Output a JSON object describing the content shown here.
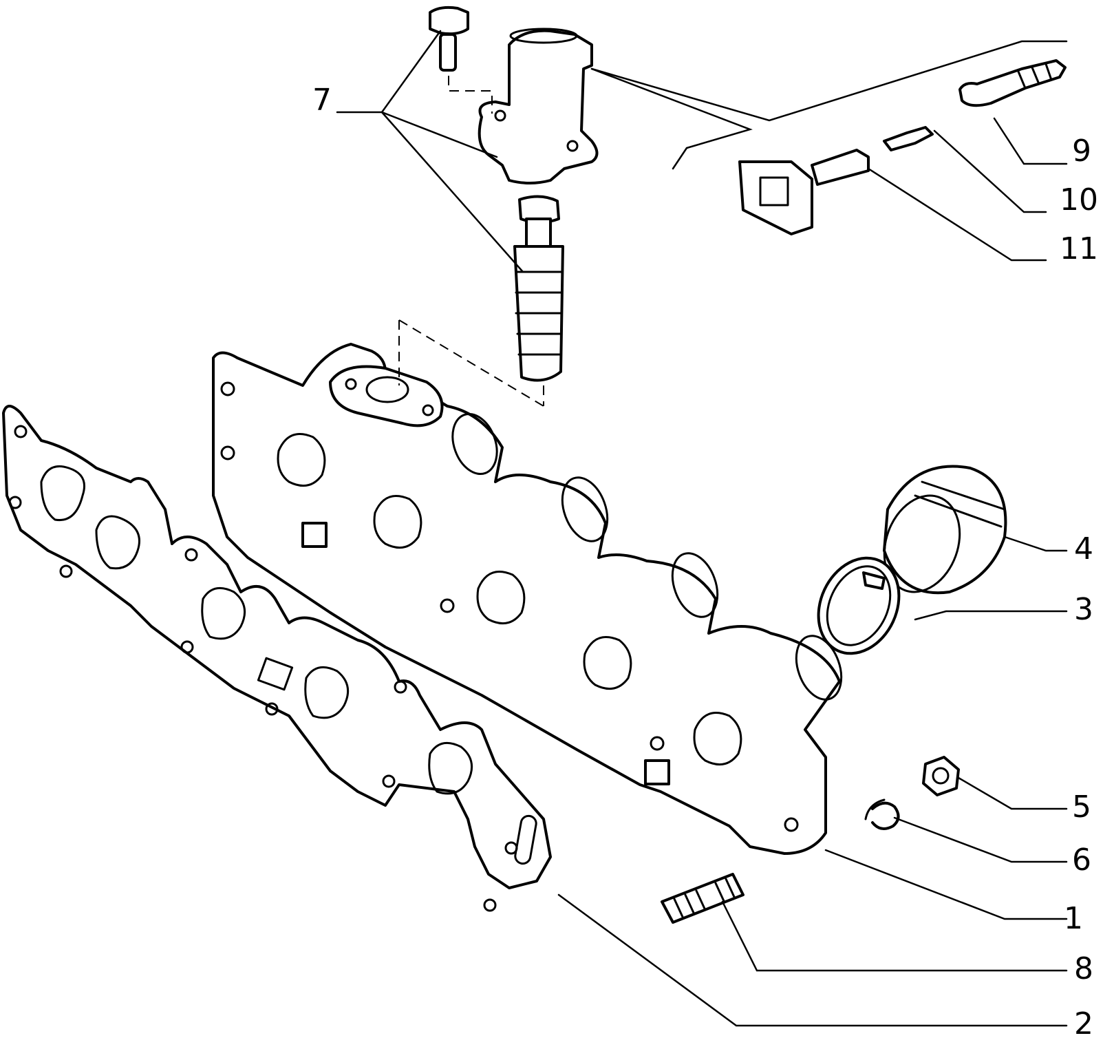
{
  "diagram": {
    "type": "exploded-parts-view",
    "line_color": "#000000",
    "background": "#ffffff",
    "callouts": [
      {
        "id": "c1",
        "label": "1"
      },
      {
        "id": "c2",
        "label": "2"
      },
      {
        "id": "c3",
        "label": "3"
      },
      {
        "id": "c4",
        "label": "4"
      },
      {
        "id": "c5",
        "label": "5"
      },
      {
        "id": "c6",
        "label": "6"
      },
      {
        "id": "c7",
        "label": "7"
      },
      {
        "id": "c8",
        "label": "8"
      },
      {
        "id": "c9",
        "label": "9"
      },
      {
        "id": "c10",
        "label": "10"
      },
      {
        "id": "c11",
        "label": "11"
      }
    ]
  }
}
